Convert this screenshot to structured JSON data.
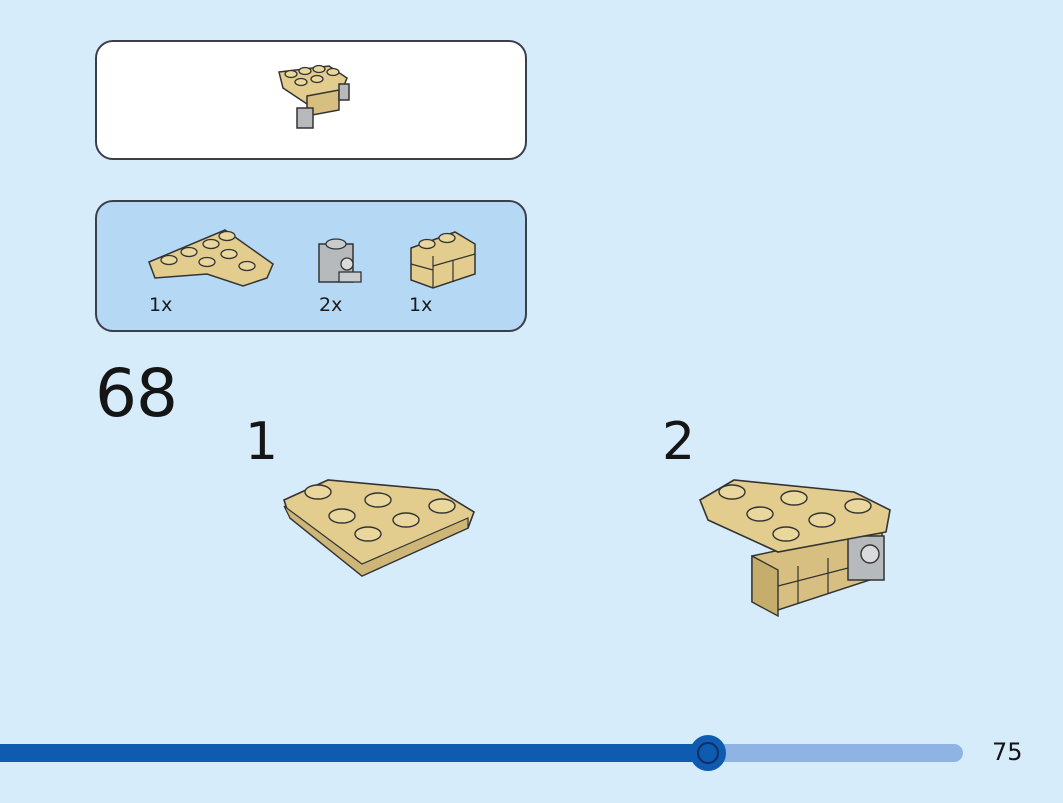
{
  "submodel": {
    "icon": "submodel-assembly-icon"
  },
  "parts_list": {
    "items": [
      {
        "icon": "tan-wedge-plate-icon",
        "quantity": "1x"
      },
      {
        "icon": "gray-bracket-brick-icon",
        "quantity": "2x"
      },
      {
        "icon": "tan-masonry-brick-icon",
        "quantity": "1x"
      }
    ]
  },
  "step": {
    "number": "68",
    "substeps": [
      {
        "number": "1",
        "icon": "wedge-plate-model-icon"
      },
      {
        "number": "2",
        "icon": "wedge-plate-with-bracket-model-icon"
      }
    ]
  },
  "progress": {
    "fraction": 0.735
  },
  "page": {
    "number": "75"
  },
  "colors": {
    "background": "#d6ecfa",
    "parts_panel": "#b5d8f5",
    "progress_fill": "#0f5bb0",
    "progress_track": "#8fb4e4",
    "tan": "#e2cc8e",
    "gray": "#b7babd"
  }
}
